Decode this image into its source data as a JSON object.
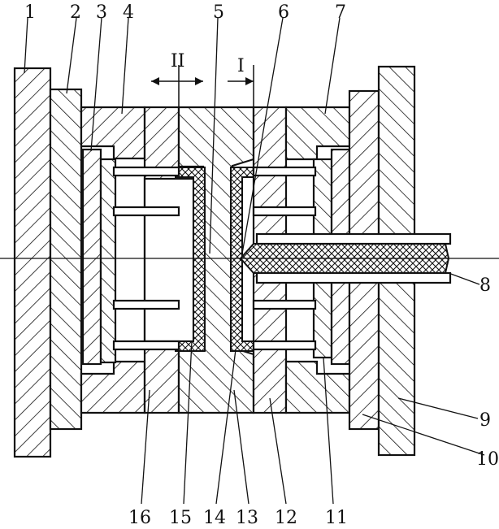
{
  "figure": {
    "part_labels": [
      "1",
      "2",
      "3",
      "4",
      "5",
      "6",
      "7",
      "8",
      "9",
      "10",
      "11",
      "12",
      "13",
      "14",
      "15",
      "16"
    ],
    "direction_labels": [
      "II",
      "I"
    ]
  },
  "colors": {
    "ink": "#111111",
    "paper": "#ffffff"
  }
}
